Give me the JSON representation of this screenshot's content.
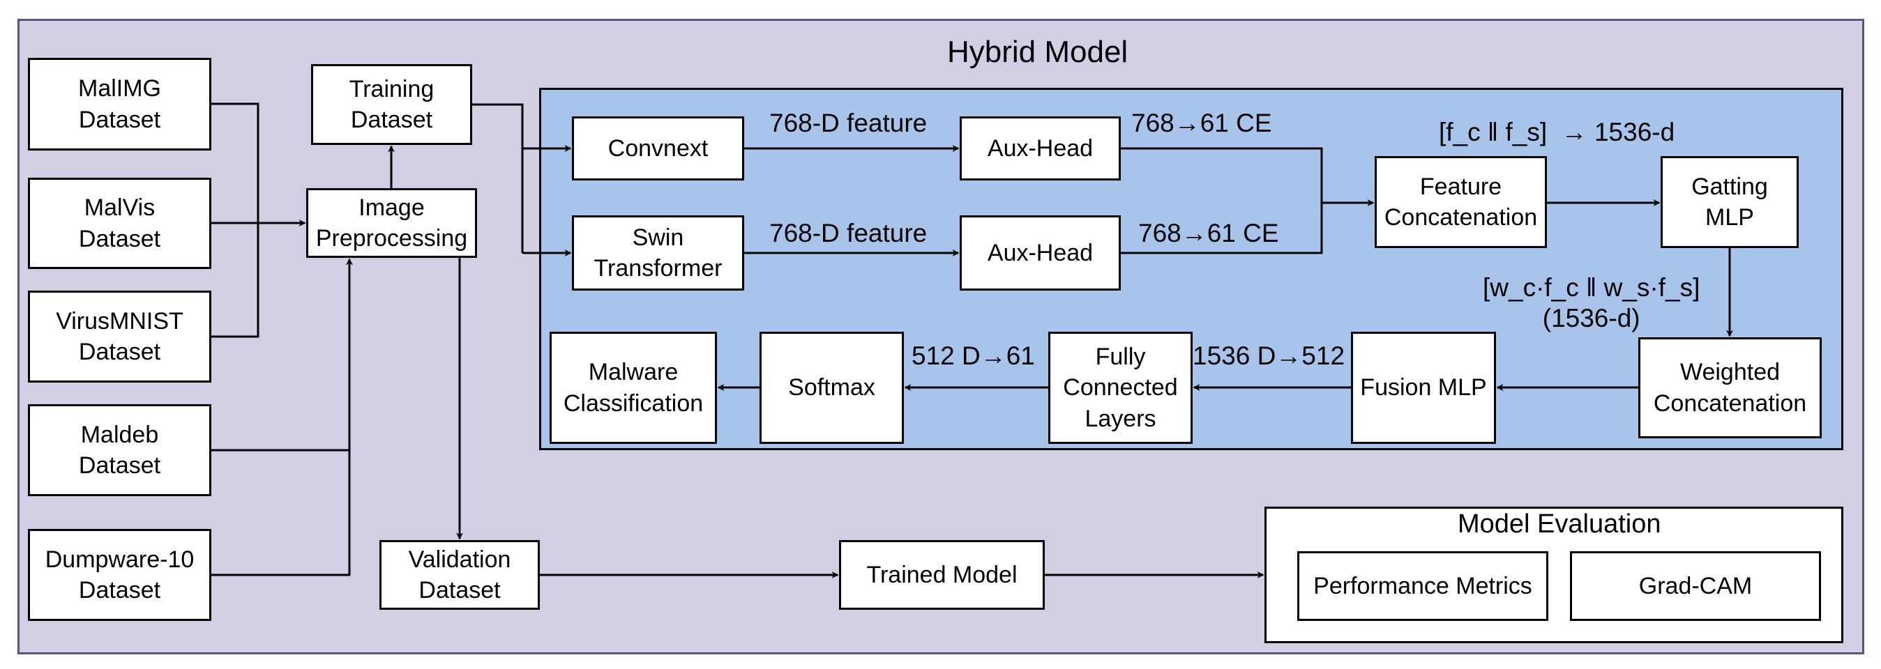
{
  "diagram": {
    "title": "Hybrid Model",
    "datasets": [
      "MalIMG\nDataset",
      "MalVis\nDataset",
      "VirusMNIST\nDataset",
      "Maldeb\nDataset",
      "Dumpware-10\nDataset"
    ],
    "training_dataset": "Training\nDataset",
    "image_preprocessing": "Image\nPreprocessing",
    "validation_dataset": "Validation\nDataset",
    "convnext": "Convnext",
    "swin_transformer": "Swin\nTransformer",
    "aux_head_top": "Aux-Head",
    "aux_head_bottom": "Aux-Head",
    "feature_concatenation": "Feature\nConcatenation",
    "gating_mlp": "Gatting\nMLP",
    "weighted_concatenation": "Weighted\nConcatenation",
    "fusion_mlp": "Fusion MLP",
    "fully_connected": "Fully\nConnected\nLayers",
    "softmax": "Softmax",
    "malware_classification": "Malware\nClassification",
    "trained_model": "Trained Model",
    "model_evaluation": "Model Evaluation",
    "performance_metrics": "Performance Metrics",
    "grad_cam": "Grad-CAM",
    "edge_labels": {
      "feature_top": "768-D feature",
      "feature_bottom": "768-D feature",
      "ce_top": "768→61 CE",
      "ce_bottom": "768→61 CE",
      "concat_dim": "[f_c ‖ f_s]  → 1536-d",
      "weighted_formula": "[w_c·f_c ‖ w_s·f_s]\n(1536-d)",
      "fusion_to_fc": "1536 D→512",
      "fc_to_softmax": "512 D→61"
    },
    "colors": {
      "outer_fill": "#d0cfe3",
      "outer_border": "#5b5680",
      "inner_fill": "#a8c4ea",
      "box_fill": "#ffffff",
      "line": "#000000"
    }
  }
}
